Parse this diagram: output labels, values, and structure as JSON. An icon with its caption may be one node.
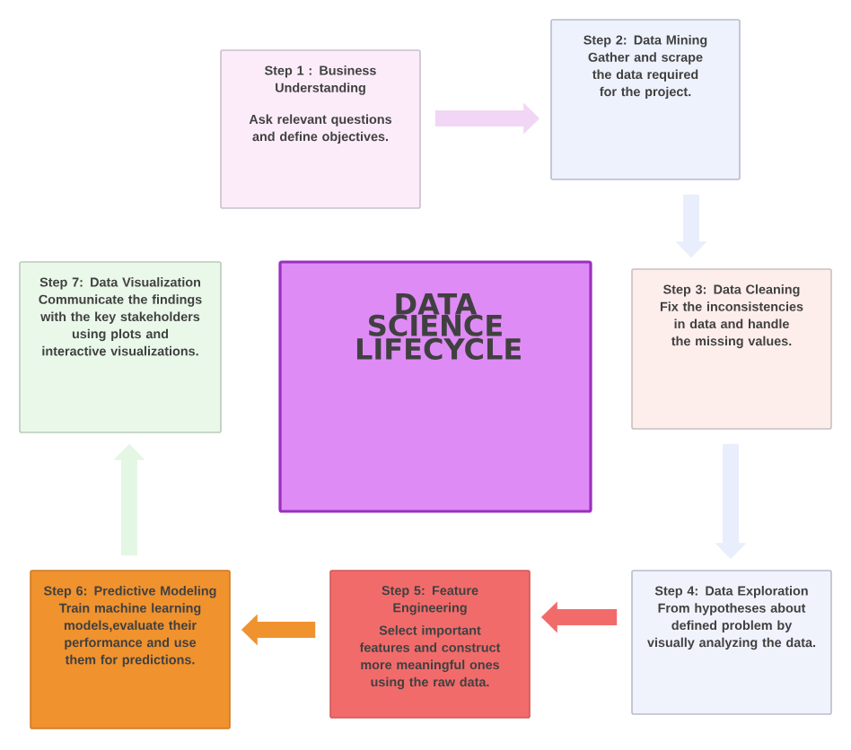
{
  "diagram": {
    "nodes": [
      {
        "text": [
          "Step 1 : Business Understanding",
          "Ask relevant questions and define objectives."
        ]
      },
      {
        "text": [
          "Step 2: Data Mining",
          "Gather and scrape the data required for the project."
        ]
      },
      {
        "text": [
          "Step 3: Data Cleaning",
          "Fix the inconsistencies in data and handle the missing values."
        ]
      },
      {
        "text": [
          "Step 4: Data Exploration",
          "From hypotheses about defined problem by visually analyzing the data."
        ]
      },
      {
        "text": [
          "Step 5: Feature Engineering",
          "Select important features and construct more meaningful ones using the raw data."
        ]
      },
      {
        "text": [
          "Step 6: Predictive Modeling",
          "Train machine learning models,evaluate their performance and use them for predictions."
        ]
      },
      {
        "text": [
          "Step 7: Data Visualization",
          "Communicate the findings with the key stakeholders using plots and interactive visualizations."
        ]
      },
      {
        "text": [
          "DATA SCIENCE LIFECYCLE"
        ]
      }
    ],
    "edges": [
      {
        "from": 0,
        "to": 1,
        "arrow": "to",
        "color": "#f1d6f5"
      },
      {
        "from": 1,
        "to": 2,
        "arrow": "to",
        "color": "#e8eefb"
      },
      {
        "from": 2,
        "to": 3,
        "arrow": "to",
        "color": "#e8eefb"
      },
      {
        "from": 3,
        "to": 4,
        "arrow": "to",
        "color": "#f26b6b"
      },
      {
        "from": 4,
        "to": 5,
        "arrow": "to",
        "color": "#f0922e"
      },
      {
        "from": 5,
        "to": 6,
        "arrow": "to",
        "color": "#e4f7e4"
      }
    ]
  }
}
